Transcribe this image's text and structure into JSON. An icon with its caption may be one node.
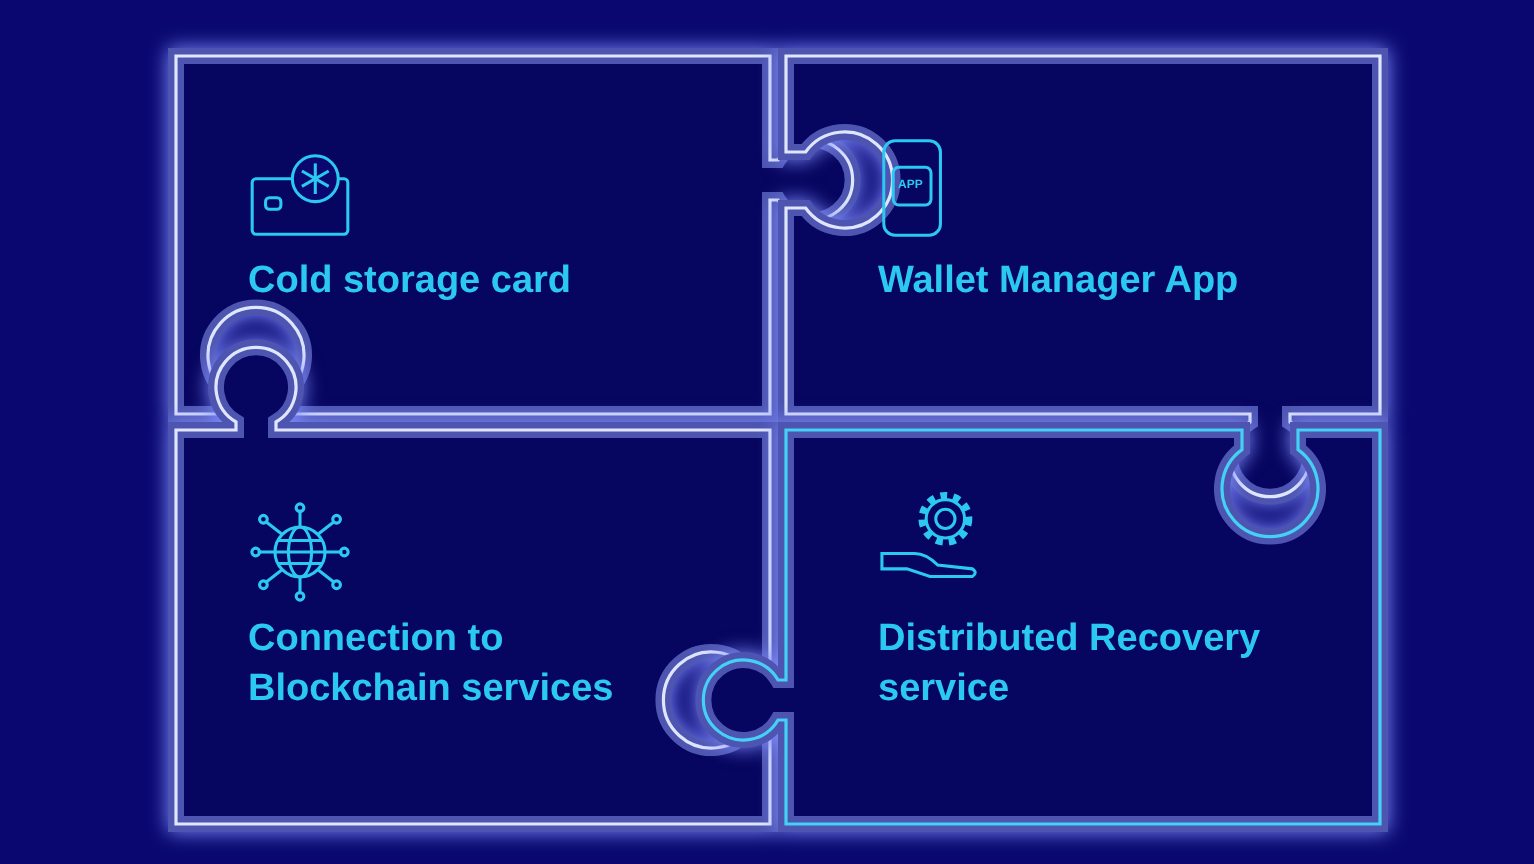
{
  "diagram": {
    "nodes": [
      {
        "text": [
          "Cold storage card"
        ]
      },
      {
        "text": [
          "APP",
          "Wallet Manager App"
        ]
      },
      {
        "text": [
          "Connection to Blockchain services"
        ]
      },
      {
        "text": [
          "Distributed Recovery service"
        ]
      }
    ]
  }
}
